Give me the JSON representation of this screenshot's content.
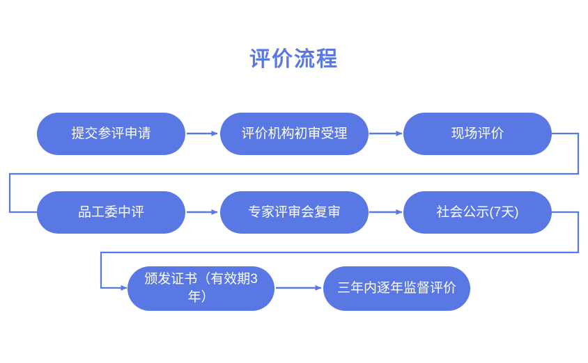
{
  "title": "评价流程",
  "colors": {
    "node_fill": "#5a78e3",
    "node_text": "#ffffff",
    "connector": "#5a78e3",
    "title": "#5a78e3",
    "background": "#ffffff"
  },
  "chart_data": {
    "type": "diagram",
    "title": "评价流程",
    "nodes": [
      {
        "id": "n1",
        "label": "提交参评申请",
        "row": 1,
        "order": 1
      },
      {
        "id": "n2",
        "label": "评价机构初审受理",
        "row": 1,
        "order": 2
      },
      {
        "id": "n3",
        "label": "现场评价",
        "row": 1,
        "order": 3
      },
      {
        "id": "n4",
        "label": "品工委中评",
        "row": 2,
        "order": 1
      },
      {
        "id": "n5",
        "label": "专家评审会复审",
        "row": 2,
        "order": 2
      },
      {
        "id": "n6",
        "label": "社会公示(7天)",
        "row": 2,
        "order": 3
      },
      {
        "id": "n7",
        "label": "颁发证书（有效期3年）",
        "row": 3,
        "order": 1
      },
      {
        "id": "n8",
        "label": "三年内逐年监督评价",
        "row": 3,
        "order": 2
      }
    ],
    "edges": [
      {
        "from": "n1",
        "to": "n2",
        "style": "straight-arrow"
      },
      {
        "from": "n2",
        "to": "n3",
        "style": "straight-arrow"
      },
      {
        "from": "n3",
        "to": "n4",
        "style": "elbow-wrap-arrow"
      },
      {
        "from": "n4",
        "to": "n5",
        "style": "straight-arrow"
      },
      {
        "from": "n5",
        "to": "n6",
        "style": "straight-arrow"
      },
      {
        "from": "n6",
        "to": "n7",
        "style": "elbow-wrap-arrow"
      },
      {
        "from": "n7",
        "to": "n8",
        "style": "straight-arrow"
      }
    ]
  }
}
